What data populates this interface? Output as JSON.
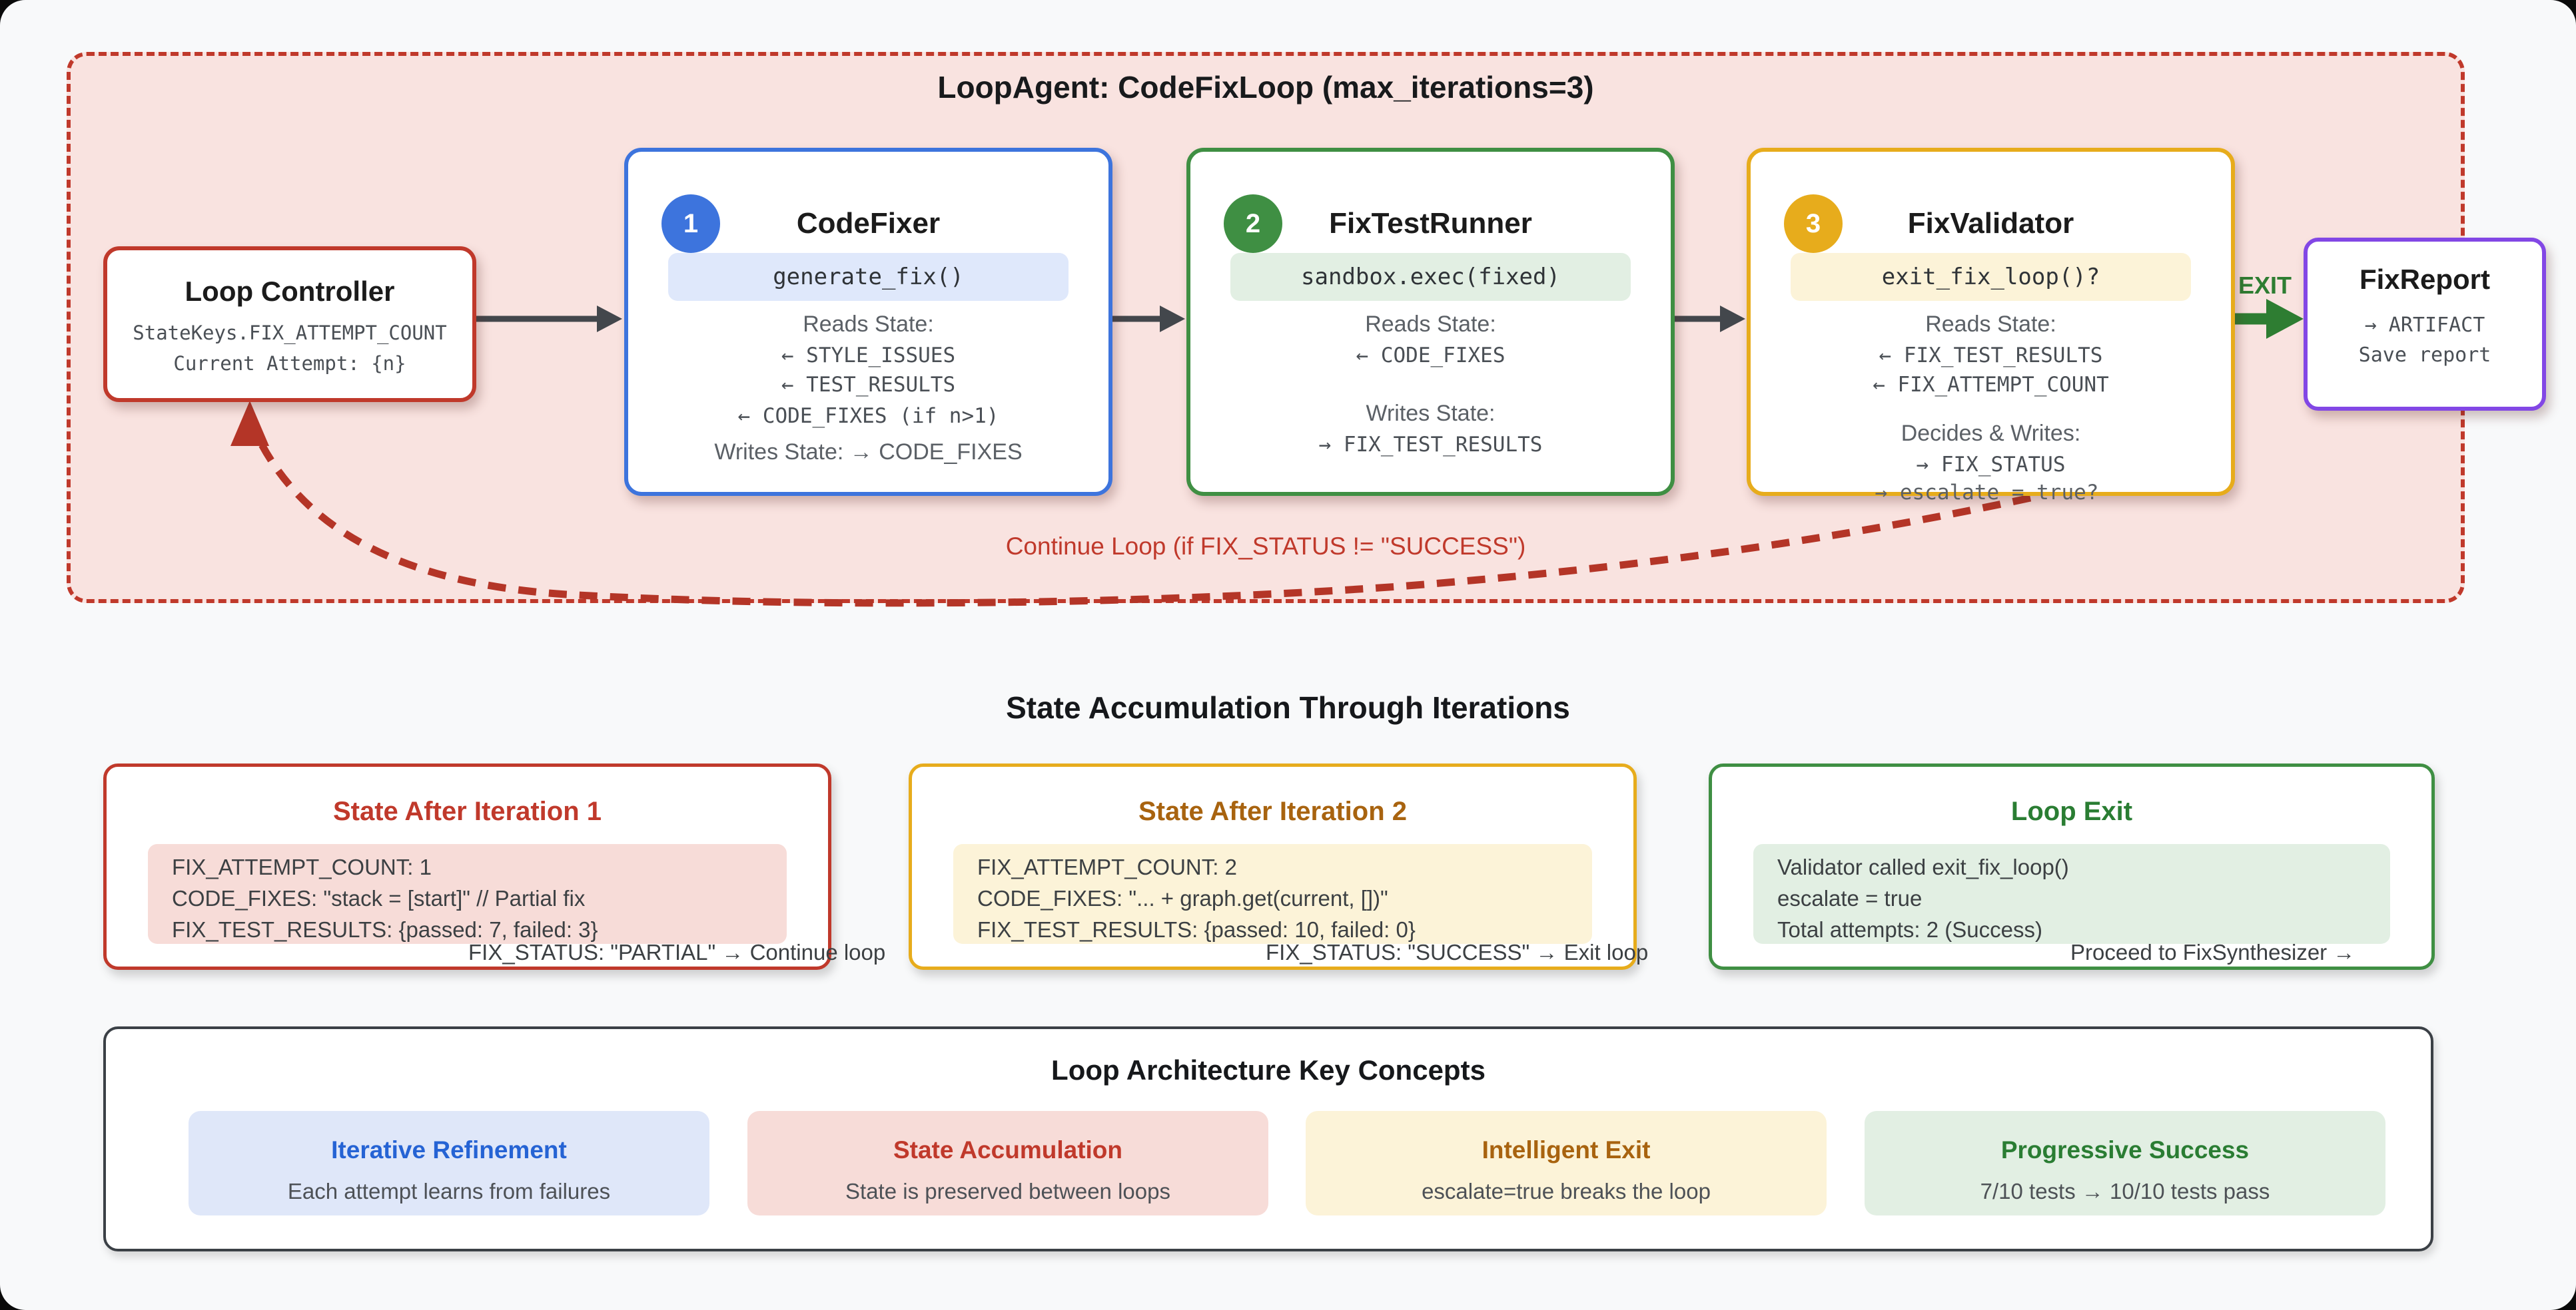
{
  "colors": {
    "red": "#c0392b",
    "red_fill": "#f9e3e0",
    "pink_code": "#f7dcd8",
    "blue": "#3d74dd",
    "blue_fill": "#dfe8fb",
    "blue_text": "#2563d4",
    "green": "#3f8f43",
    "green_fill": "#e2efe3",
    "green_text": "#2a7d33",
    "amber": "#e7ac1c",
    "amber_fill": "#fcf3d8",
    "amber_text": "#a8630f",
    "purple": "#8247e5",
    "arrow_dark": "#43474c"
  },
  "loop": {
    "title": "LoopAgent: CodeFixLoop (max_iterations=3)",
    "controller": {
      "title": "Loop Controller",
      "line1": "StateKeys.FIX_ATTEMPT_COUNT",
      "line2": "Current Attempt: {n}"
    },
    "agents": [
      {
        "badge": "1",
        "name": "CodeFixer",
        "method": "generate_fix()",
        "reads_label": "Reads State:",
        "reads": [
          "← STYLE_ISSUES",
          "← TEST_RESULTS",
          "← CODE_FIXES (if n>1)"
        ],
        "writes_label": "Writes State: → CODE_FIXES"
      },
      {
        "badge": "2",
        "name": "FixTestRunner",
        "method": "sandbox.exec(fixed)",
        "reads_label": "Reads State:",
        "reads": [
          "← CODE_FIXES"
        ],
        "writes_label": "Writes State:",
        "writes": [
          "→ FIX_TEST_RESULTS"
        ]
      },
      {
        "badge": "3",
        "name": "FixValidator",
        "method": "exit_fix_loop()?",
        "reads_label": "Reads State:",
        "reads": [
          "← FIX_TEST_RESULTS",
          "← FIX_ATTEMPT_COUNT"
        ],
        "writes_label": "Decides & Writes:",
        "writes": [
          "→ FIX_STATUS"
        ],
        "overflow": "→ escalate = true?"
      }
    ],
    "exit_label": "EXIT",
    "report": {
      "title": "FixReport",
      "line1": "→ ARTIFACT",
      "line2": "Save report"
    },
    "continue_label": "Continue Loop (if FIX_STATUS != \"SUCCESS\")"
  },
  "states": {
    "heading": "State Accumulation Through Iterations",
    "cards": [
      {
        "title": "State After Iteration 1",
        "lines": [
          "FIX_ATTEMPT_COUNT: 1",
          "CODE_FIXES: \"stack = [start]\" // Partial fix",
          "FIX_TEST_RESULTS: {passed: 7, failed: 3}"
        ],
        "overflow": "FIX_STATUS: \"PARTIAL\" → Continue loop"
      },
      {
        "title": "State After Iteration 2",
        "lines": [
          "FIX_ATTEMPT_COUNT: 2",
          "CODE_FIXES: \"... + graph.get(current, [])\"",
          "FIX_TEST_RESULTS: {passed: 10, failed: 0}"
        ],
        "overflow": "FIX_STATUS: \"SUCCESS\" → Exit loop"
      },
      {
        "title": "Loop Exit",
        "lines": [
          "Validator called exit_fix_loop()",
          "escalate = true",
          "Total attempts: 2 (Success)"
        ],
        "overflow": "Proceed to FixSynthesizer →"
      }
    ]
  },
  "concepts": {
    "heading": "Loop Architecture Key Concepts",
    "chips": [
      {
        "title": "Iterative Refinement",
        "desc": "Each attempt learns from failures"
      },
      {
        "title": "State Accumulation",
        "desc": "State is preserved between loops"
      },
      {
        "title": "Intelligent Exit",
        "desc": "escalate=true breaks the loop"
      },
      {
        "title": "Progressive Success",
        "desc": "7/10 tests → 10/10 tests pass"
      }
    ]
  }
}
